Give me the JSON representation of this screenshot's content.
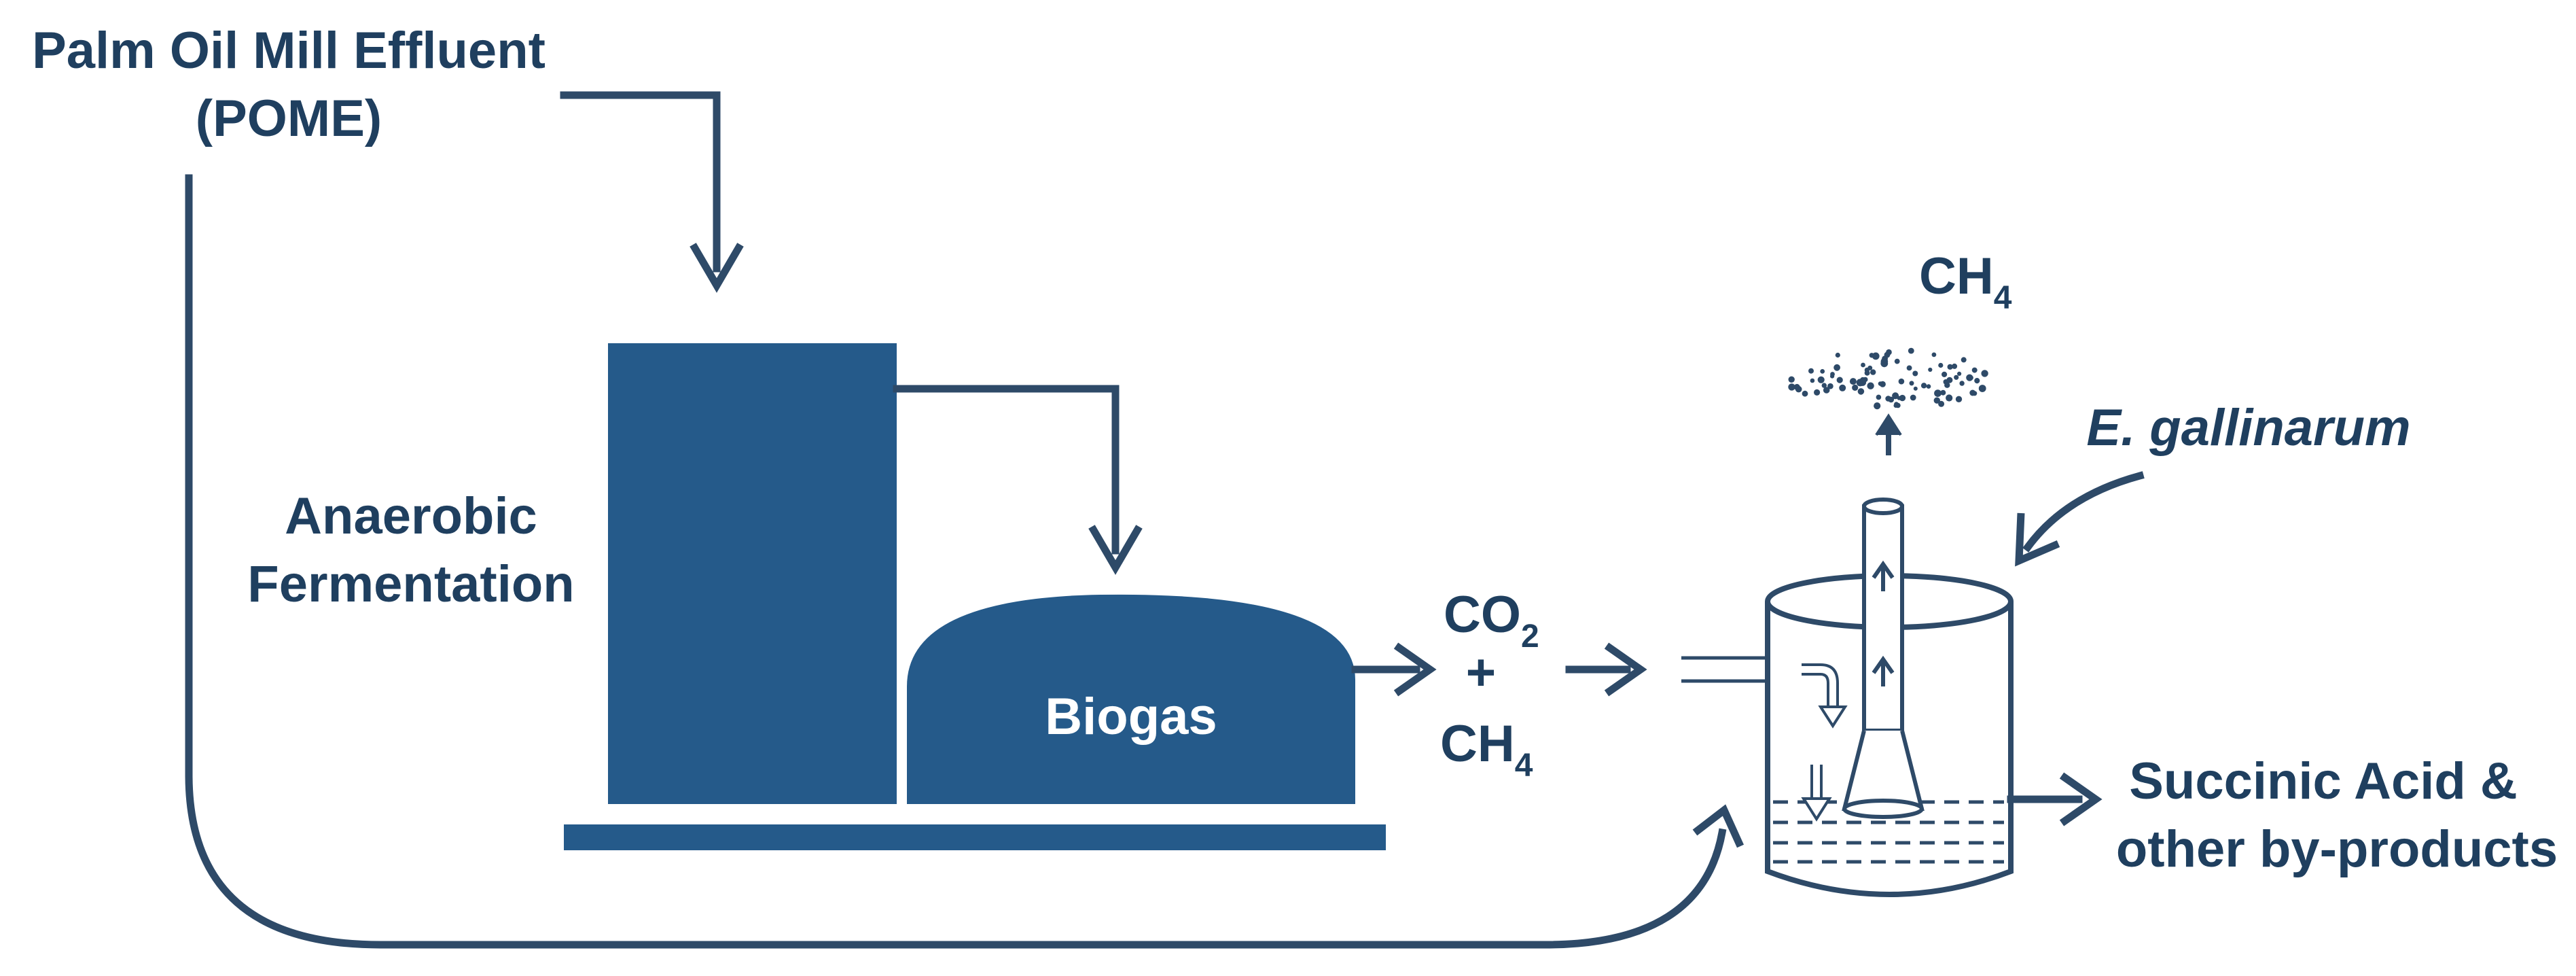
{
  "labels": {
    "pome_line1": "Palm Oil Mill Effluent",
    "pome_line2": "(POME)",
    "anaerobic_line1": "Anaerobic",
    "anaerobic_line2": "Fermentation",
    "biogas": "Biogas",
    "co2_base": "CO",
    "co2_sub": "2",
    "plus": "+",
    "ch4_mid_base": "CH",
    "ch4_mid_sub": "4",
    "ch4_top_base": "CH",
    "ch4_top_sub": "4",
    "organism": "E. gallinarum",
    "product_line1": "Succinic Acid &",
    "product_line2": "other by-products"
  },
  "colors": {
    "primary": "#255a8a",
    "stroke": "#2e4a68",
    "text": "#1f3f5f",
    "background": "#ffffff"
  }
}
